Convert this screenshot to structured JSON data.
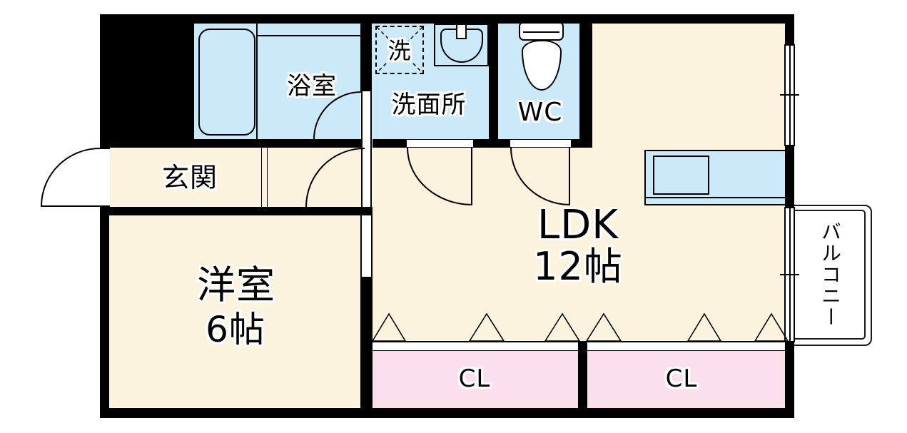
{
  "rooms": {
    "bathroom": {
      "label": "浴室"
    },
    "laundry": {
      "label": "洗"
    },
    "washroom": {
      "label": "洗面所"
    },
    "toilet": {
      "label": "WC"
    },
    "entrance": {
      "label": "玄関"
    },
    "ldk": {
      "label": "LDK",
      "size": "12帖"
    },
    "western_room": {
      "label": "洋室",
      "size": "6帖"
    },
    "closet_left": {
      "label": "CL"
    },
    "closet_right": {
      "label": "CL"
    },
    "balcony": {
      "label": "バルコニー"
    }
  },
  "colors": {
    "floor": "#FCF3DF",
    "wet_area": "#CBE9F8",
    "closet": "#F9E0EC",
    "wall": "#000000",
    "balcony_line": "#1A1A1A"
  }
}
